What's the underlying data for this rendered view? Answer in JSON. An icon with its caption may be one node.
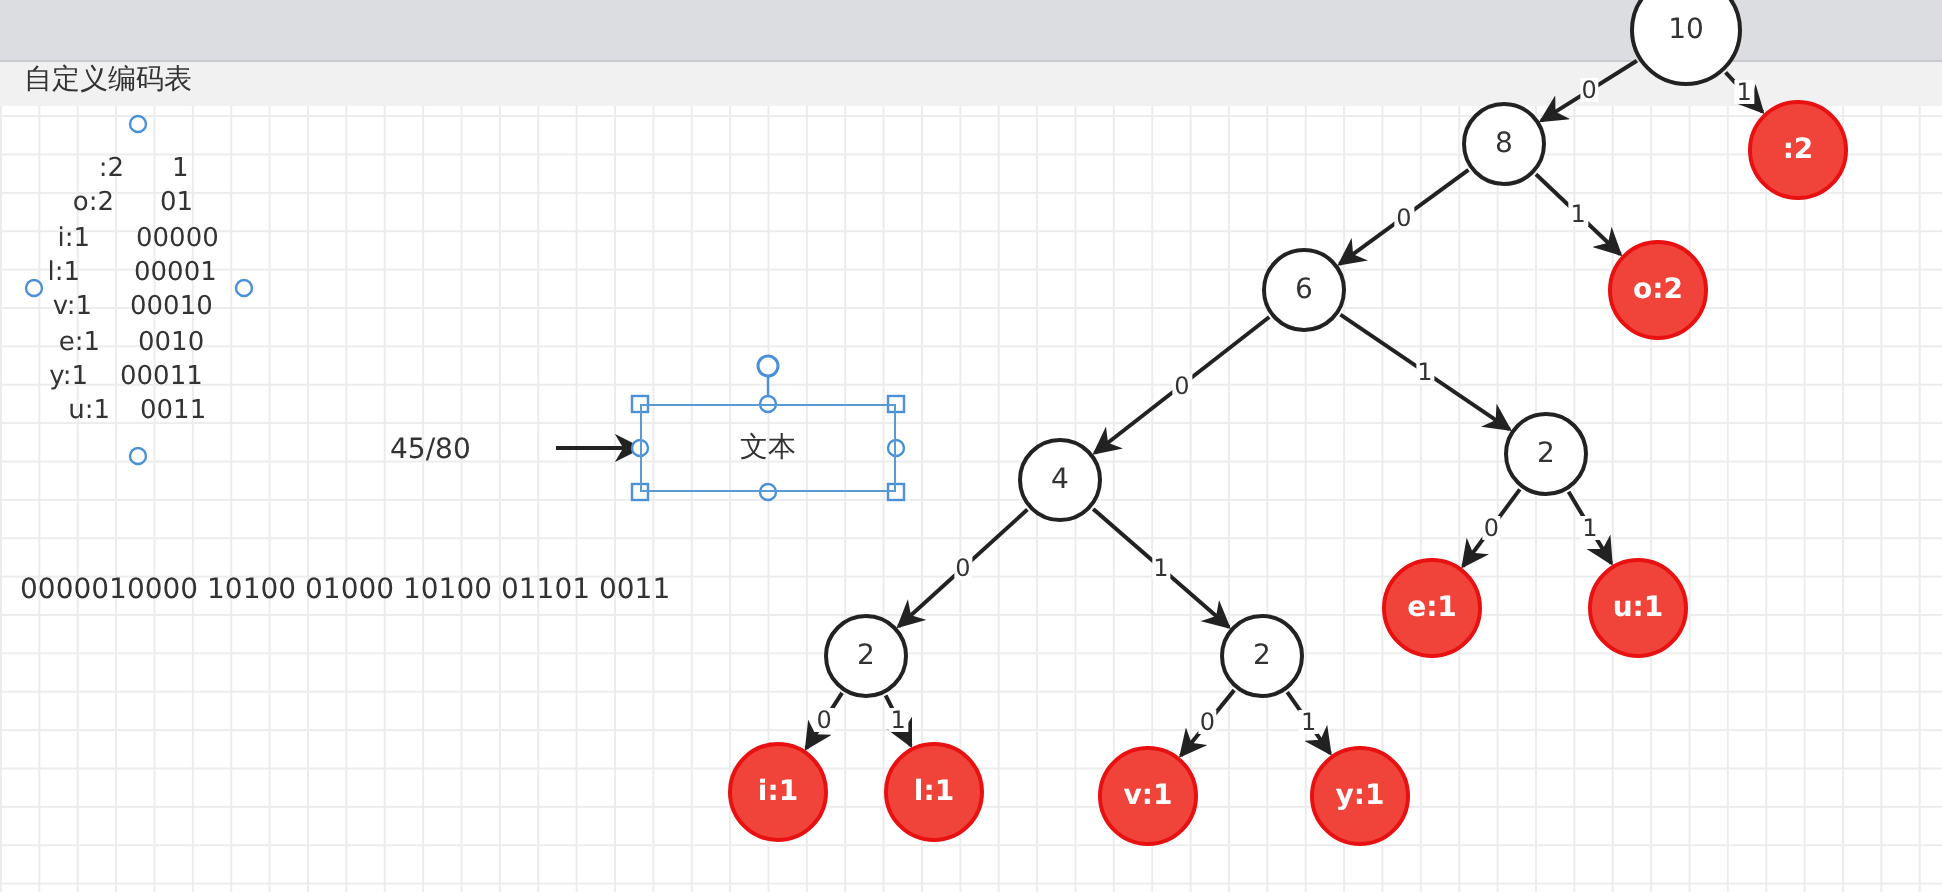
{
  "diagram": {
    "title": "自定义编码表",
    "nodes": [
      {
        "text": [
          "10"
        ]
      },
      {
        "text": [
          "8"
        ]
      },
      {
        "text": [
          ":2"
        ]
      },
      {
        "text": [
          "6"
        ]
      },
      {
        "text": [
          "o:2"
        ]
      },
      {
        "text": [
          "4"
        ]
      },
      {
        "text": [
          "2"
        ]
      },
      {
        "text": [
          "2"
        ]
      },
      {
        "text": [
          "2"
        ]
      },
      {
        "text": [
          "e:1"
        ]
      },
      {
        "text": [
          "u:1"
        ]
      },
      {
        "text": [
          "i:1"
        ]
      },
      {
        "text": [
          "l:1"
        ]
      },
      {
        "text": [
          "v:1"
        ]
      },
      {
        "text": [
          "y:1"
        ]
      },
      {
        "text": [
          "文本"
        ]
      }
    ],
    "edges": [
      {
        "from": 0,
        "to": 1,
        "arrow": "to",
        "label": "0"
      },
      {
        "from": 0,
        "to": 2,
        "arrow": "to",
        "label": "1"
      },
      {
        "from": 1,
        "to": 3,
        "arrow": "to",
        "label": "0"
      },
      {
        "from": 1,
        "to": 4,
        "arrow": "to",
        "label": "1"
      },
      {
        "from": 3,
        "to": 5,
        "arrow": "to",
        "label": "0"
      },
      {
        "from": 3,
        "to": 6,
        "arrow": "to",
        "label": "1"
      },
      {
        "from": 5,
        "to": 7,
        "arrow": "to",
        "label": "0"
      },
      {
        "from": 5,
        "to": 8,
        "arrow": "to",
        "label": "1"
      },
      {
        "from": 6,
        "to": 9,
        "arrow": "to",
        "label": "0"
      },
      {
        "from": 6,
        "to": 10,
        "arrow": "to",
        "label": "1"
      },
      {
        "from": 7,
        "to": 11,
        "arrow": "to",
        "label": "0"
      },
      {
        "from": 7,
        "to": 12,
        "arrow": "to",
        "label": "1"
      },
      {
        "from": 8,
        "to": 13,
        "arrow": "to",
        "label": "0"
      },
      {
        "from": 8,
        "to": 14,
        "arrow": "to",
        "label": "1"
      },
      {
        "from": null,
        "to": 15,
        "arrow": "to"
      }
    ],
    "labels": [
      ":2",
      "1",
      "o:2",
      "01",
      "i:1",
      "00000",
      "l:1",
      "00001",
      "v:1",
      "00010",
      "e:1",
      "0010",
      "y:1",
      "00011",
      "u:1",
      "0011",
      "45/80",
      "0000010000 10100 01000 10100 01101 0011"
    ]
  }
}
